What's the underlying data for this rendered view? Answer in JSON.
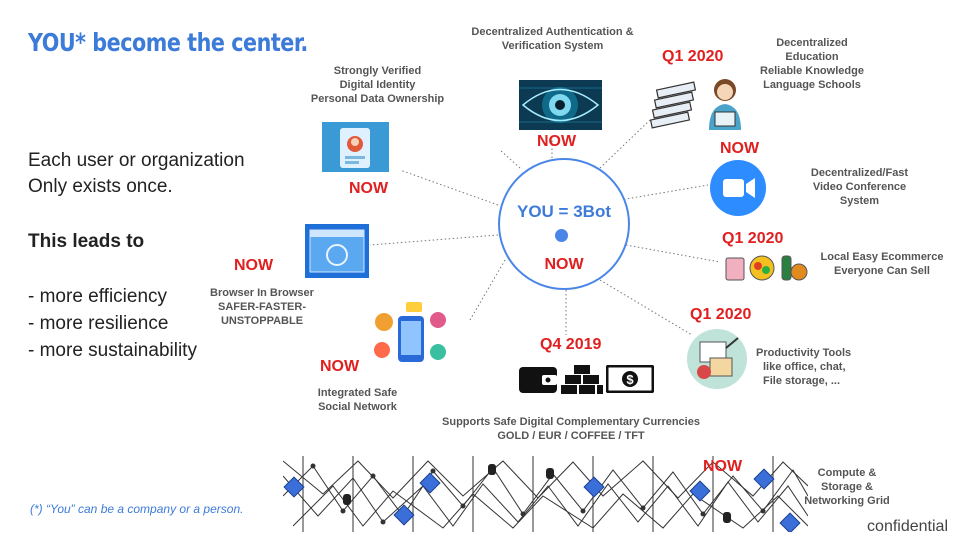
{
  "title": "YOU* become the center.",
  "left_text": {
    "line1": "Each user or organization",
    "line2": "Only exists once.",
    "leads": "This leads to",
    "bullet1": "- more efficiency",
    "bullet2": "- more resilience",
    "bullet3": "- more sustainability"
  },
  "footnote": "(*)    “You” can be a company or a person.",
  "confidential": "confidential",
  "hub": {
    "label": "YOU = 3Bot",
    "status": "NOW"
  },
  "nodes": {
    "auth": {
      "caption1": "Decentralized Authentication &",
      "caption2": "Verification System",
      "status": "NOW"
    },
    "identity": {
      "caption1": "Strongly Verified",
      "caption2": "Digital Identity",
      "caption3": "Personal Data Ownership",
      "status": "NOW"
    },
    "education": {
      "caption1": "Decentralized",
      "caption2": "Education",
      "caption3": "Reliable Knowledge",
      "caption4": "Language Schools",
      "status": "Q1 2020"
    },
    "video": {
      "caption1": "Decentralized/Fast",
      "caption2": "Video Conference",
      "caption3": "System",
      "status": "NOW"
    },
    "ecommerce": {
      "caption1": "Local Easy Ecommerce",
      "caption2": "Everyone Can Sell",
      "status": "Q1 2020"
    },
    "productivity": {
      "caption1": "Productivity Tools",
      "caption2": "like office, chat,",
      "caption3": "File storage, ...",
      "status": "Q1 2020"
    },
    "currency": {
      "caption1": "Supports Safe Digital Complementary Currencies",
      "caption2": "GOLD / EUR / COFFEE / TFT",
      "status": "Q4 2019"
    },
    "social": {
      "caption1": "Integrated Safe",
      "caption2": "Social Network",
      "status": "NOW"
    },
    "browser": {
      "caption1": "Browser In Browser",
      "caption2": "SAFER-FASTER-",
      "caption3": "UNSTOPPABLE",
      "status": "NOW"
    },
    "grid": {
      "caption1": "Compute &",
      "caption2": "Storage &",
      "caption3": "Networking Grid",
      "status": "NOW"
    }
  },
  "colors": {
    "accent_blue": "#3d7bd9",
    "status_red": "#e02020",
    "zoom_blue": "#2d8cff"
  }
}
